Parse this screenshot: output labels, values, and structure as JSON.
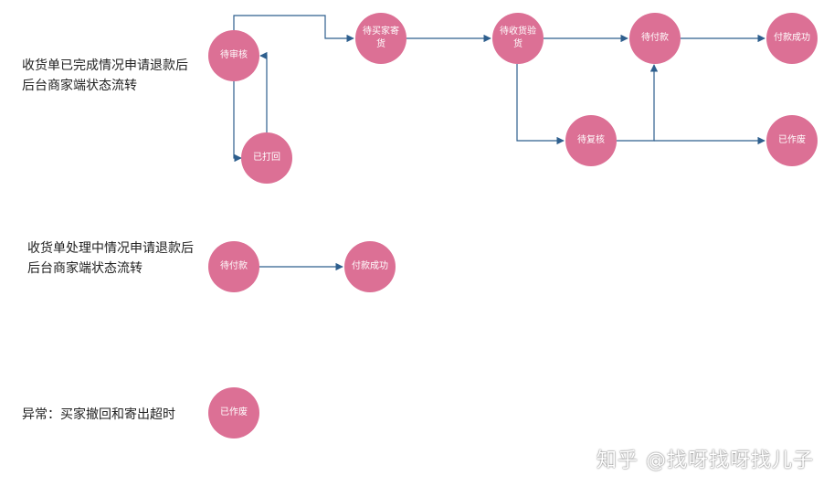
{
  "labels": {
    "section1_line1": "收货单已完成情况申请退款后",
    "section1_line2": "后台商家端状态流转",
    "section2_line1": "收货单处理中情况申请退款后",
    "section2_line2": "后台商家端状态流转",
    "section3": "异常：买家撤回和寄出超时"
  },
  "nodes": {
    "s1_pending_review": "待审核",
    "s1_returned": "已打回",
    "s1_awaiting_buyer_ship_line1": "待买家寄",
    "s1_awaiting_buyer_ship_line2": "货",
    "s1_awaiting_inspection_line1": "待收货验",
    "s1_awaiting_inspection_line2": "货",
    "s1_pending_payment": "待付款",
    "s1_payment_success": "付款成功",
    "s1_pending_recheck": "待复核",
    "s1_voided": "已作废",
    "s2_pending_payment": "待付款",
    "s2_payment_success": "付款成功",
    "s3_voided": "已作废"
  },
  "watermark": "知乎 @找呀找呀找儿子",
  "colors": {
    "node_fill": "#dc7095",
    "edge": "#2e5f8e"
  }
}
